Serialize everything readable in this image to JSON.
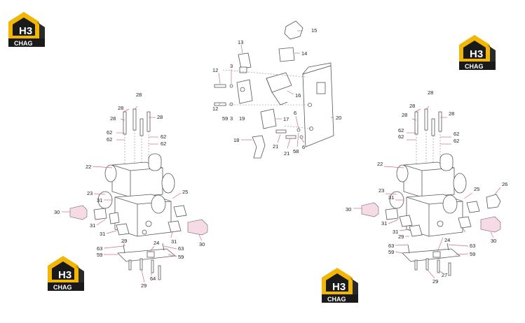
{
  "logo": {
    "badge": "H3",
    "text": "CHAG"
  },
  "colors": {
    "logo_yellow": "#f2b705",
    "logo_black": "#1a1a1a",
    "leader_pink": "#d76a8a",
    "part_pink": "#f6dbe6"
  },
  "labels": {
    "l0": "28",
    "l1": "28",
    "l2": "28",
    "l3": "28",
    "l4": "62",
    "l5": "62",
    "l6": "62",
    "l7": "62",
    "l8": "22",
    "l9": "23",
    "l10": "31",
    "l11": "25",
    "l12": "30",
    "l13": "31",
    "l14": "31",
    "l15": "31",
    "l16": "30",
    "l17": "24",
    "l18": "63",
    "l19": "59",
    "l20": "63",
    "l21": "59",
    "l22": "64",
    "l23": "29",
    "l24": "29",
    "m0": "15",
    "m1": "13",
    "m2": "14",
    "m3": "12",
    "m4": "3",
    "m5": "16",
    "m6": "12",
    "m7": "59",
    "m8": "3",
    "m9": "19",
    "m10": "17",
    "m11": "6",
    "m12": "20",
    "m13": "18",
    "m14": "21",
    "m15": "21",
    "m16": "58",
    "m17": "6",
    "r0": "28",
    "r1": "28",
    "r2": "28",
    "r3": "28",
    "r4": "62",
    "r5": "62",
    "r6": "62",
    "r7": "62",
    "r8": "22",
    "r9": "23",
    "r10": "31",
    "r11": "25",
    "r12": "26",
    "r13": "30",
    "r14": "31",
    "r15": "31",
    "r16": "29",
    "r17": "30",
    "r18": "24",
    "r19": "63",
    "r20": "59",
    "r21": "63",
    "r22": "59",
    "r23": "27",
    "r24": "29"
  }
}
